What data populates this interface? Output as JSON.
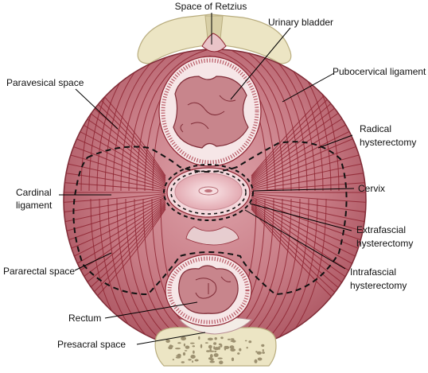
{
  "labels": {
    "space_of_retzius": "Space of Retzius",
    "urinary_bladder": "Urinary bladder",
    "pubocervical_ligament": "Pubocervical ligament",
    "paravesical_space": "Paravesical space",
    "radical_hysterectomy_1": "Radical",
    "radical_hysterectomy_2": "hysterectomy",
    "cardinal_ligament_1": "Cardinal",
    "cardinal_ligament_2": "ligament",
    "cervix": "Cervix",
    "extrafascial_hysterectomy_1": "Extrafascial",
    "extrafascial_hysterectomy_2": "hysterectomy",
    "pararectal_space": "Pararectal space",
    "intrafascial_hysterectomy_1": "Intrafascial",
    "intrafascial_hysterectomy_2": "hysterectomy",
    "rectum": "Rectum",
    "presacral_space": "Presacral space"
  },
  "colors": {
    "tissue": "#c2707a",
    "tissue_light": "#dba3aa",
    "muscle_fibers": "#8e2431",
    "organ_lumen": "#d8a9ad",
    "organ_wall": "#f6e6e7",
    "bone": "#ece5c4",
    "cervix": "#efc9cf"
  }
}
